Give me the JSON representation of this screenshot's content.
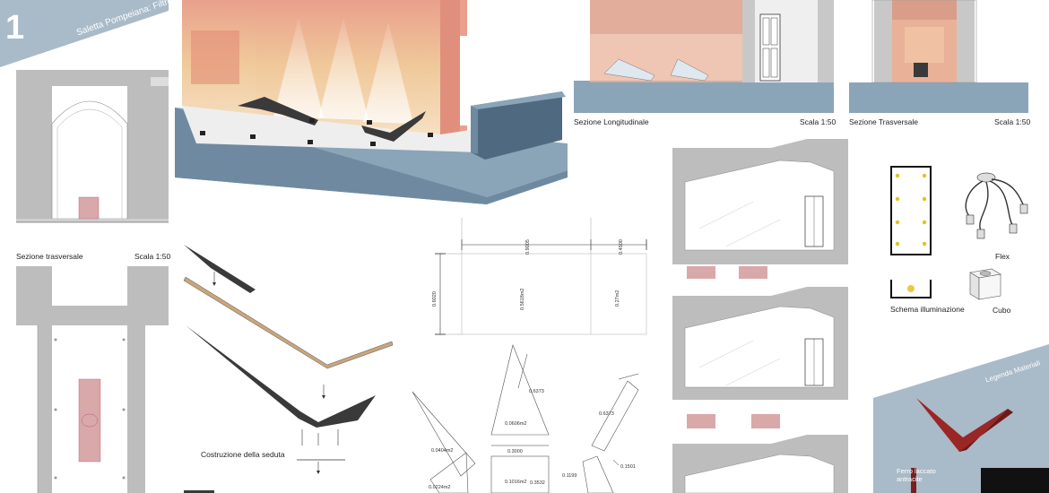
{
  "sheet": {
    "number": "1",
    "title": "Saletta Pompeiana: Filtro",
    "colors": {
      "slate": "#a9bac8",
      "wall": "#6f8aa0",
      "pompeian_red": "#e9a08c",
      "ochre": "#f0c99a",
      "seat": "#3a3a3a",
      "pink": "#d9a8a8"
    }
  },
  "left_section": {
    "label": "Sezione trasversale",
    "scale": "Scala 1:50"
  },
  "top_sections": [
    {
      "label": "Sezione Longitudinale",
      "scale": "Scala 1:50"
    },
    {
      "label": "Sezione Trasversale",
      "scale": "Scala 1:50"
    }
  ],
  "seat_construction": {
    "label": "Costruzione della seduta"
  },
  "plan_dims": {
    "top": [
      "0.9005",
      "0.4500"
    ],
    "side": "0.6020",
    "areas": [
      "0.5618m2",
      "0.27m2"
    ]
  },
  "unfold_dims": {
    "lengths": [
      "0.6373",
      "0.6373",
      "0.3000",
      "0.3532",
      "0.1199",
      "0.1501"
    ],
    "areas": [
      "0.0606m2",
      "0.0404m2",
      "0.1016m2",
      "0.0224m2"
    ]
  },
  "lighting": {
    "scheme_label": "Schema illuminazione",
    "flex_label": "Flex",
    "cube_label": "Cubo"
  },
  "materials": {
    "legend_title": "Legenda Materiali",
    "items": [
      {
        "label": "Ferro laccato antracite"
      }
    ]
  }
}
